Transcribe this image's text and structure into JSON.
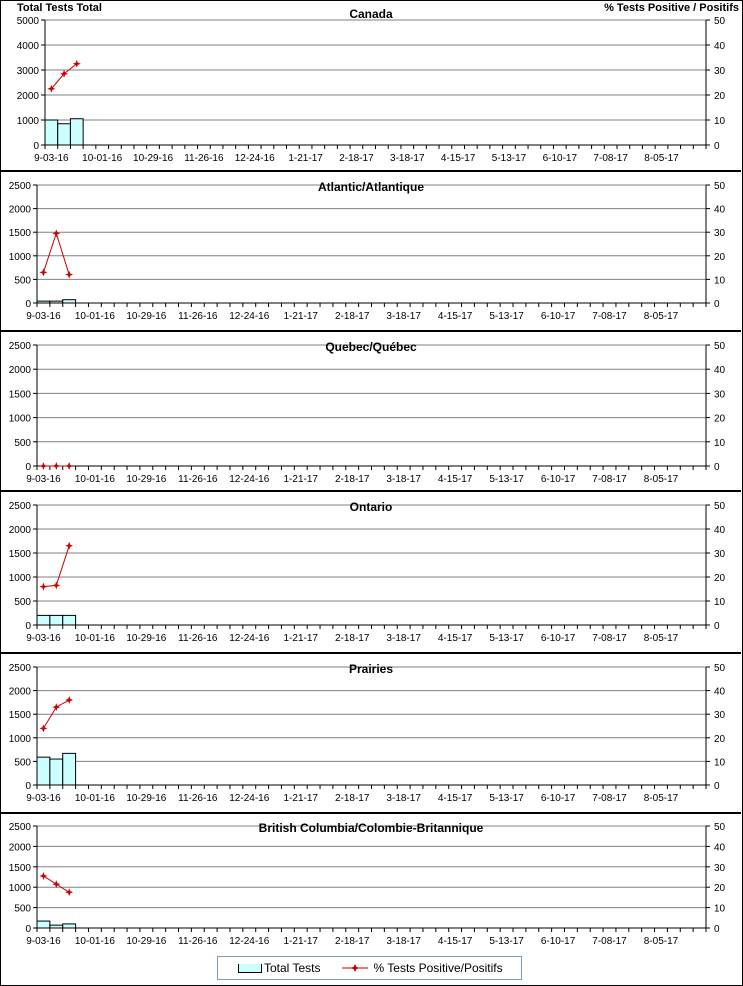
{
  "labels": {
    "left_axis_title": "Total Tests Total",
    "right_axis_title": "% Tests Positive / Positifs"
  },
  "legend": {
    "bar_label": "Total Tests",
    "line_label": "% Tests Positive/Positifs"
  },
  "colors": {
    "bar": "#ccffff",
    "line": "#cc0000",
    "grid": "#808080"
  },
  "chart_data": [
    {
      "type": "bar+line",
      "title": "Canada",
      "ylim": [
        0,
        5000
      ],
      "yticks": [
        0,
        1000,
        2000,
        3000,
        4000,
        5000
      ],
      "y2lim": [
        0,
        50
      ],
      "y2ticks": [
        0,
        10,
        20,
        30,
        40,
        50
      ],
      "n_weeks": 52,
      "xtick_labels": [
        "9-03-16",
        "10-01-16",
        "10-29-16",
        "11-26-16",
        "12-24-16",
        "1-21-17",
        "2-18-17",
        "3-18-17",
        "4-15-17",
        "5-13-17",
        "6-10-17",
        "7-08-17",
        "8-05-17"
      ],
      "bars": [
        1000,
        850,
        1050
      ],
      "line": [
        22.5,
        28.5,
        32.5
      ]
    },
    {
      "type": "bar+line",
      "title": "Atlantic/Atlantique",
      "ylim": [
        0,
        2500
      ],
      "yticks": [
        0,
        500,
        1000,
        1500,
        2000,
        2500
      ],
      "y2lim": [
        0,
        50
      ],
      "y2ticks": [
        0,
        10,
        20,
        30,
        40,
        50
      ],
      "n_weeks": 52,
      "xtick_labels": [
        "9-03-16",
        "10-01-16",
        "10-29-16",
        "11-26-16",
        "12-24-16",
        "1-21-17",
        "2-18-17",
        "3-18-17",
        "4-15-17",
        "5-13-17",
        "6-10-17",
        "7-08-17",
        "8-05-17"
      ],
      "bars": [
        40,
        40,
        70
      ],
      "line": [
        13,
        29.5,
        12
      ]
    },
    {
      "type": "bar+line",
      "title": "Quebec/Québec",
      "ylim": [
        0,
        2500
      ],
      "yticks": [
        0,
        500,
        1000,
        1500,
        2000,
        2500
      ],
      "y2lim": [
        0,
        50
      ],
      "y2ticks": [
        0,
        10,
        20,
        30,
        40,
        50
      ],
      "n_weeks": 52,
      "xtick_labels": [
        "9-03-16",
        "10-01-16",
        "10-29-16",
        "11-26-16",
        "12-24-16",
        "1-21-17",
        "2-18-17",
        "3-18-17",
        "4-15-17",
        "5-13-17",
        "6-10-17",
        "7-08-17",
        "8-05-17"
      ],
      "bars": [
        0,
        0,
        0
      ],
      "line": [
        0,
        0,
        0
      ]
    },
    {
      "type": "bar+line",
      "title": "Ontario",
      "ylim": [
        0,
        2500
      ],
      "yticks": [
        0,
        500,
        1000,
        1500,
        2000,
        2500
      ],
      "y2lim": [
        0,
        50
      ],
      "y2ticks": [
        0,
        10,
        20,
        30,
        40,
        50
      ],
      "n_weeks": 52,
      "xtick_labels": [
        "9-03-16",
        "10-01-16",
        "10-29-16",
        "11-26-16",
        "12-24-16",
        "1-21-17",
        "2-18-17",
        "3-18-17",
        "4-15-17",
        "5-13-17",
        "6-10-17",
        "7-08-17",
        "8-05-17"
      ],
      "bars": [
        200,
        200,
        200
      ],
      "line": [
        16,
        16.5,
        33
      ]
    },
    {
      "type": "bar+line",
      "title": "Prairies",
      "ylim": [
        0,
        2500
      ],
      "yticks": [
        0,
        500,
        1000,
        1500,
        2000,
        2500
      ],
      "y2lim": [
        0,
        50
      ],
      "y2ticks": [
        0,
        10,
        20,
        30,
        40,
        50
      ],
      "n_weeks": 52,
      "xtick_labels": [
        "9-03-16",
        "10-01-16",
        "10-29-16",
        "11-26-16",
        "12-24-16",
        "1-21-17",
        "2-18-17",
        "3-18-17",
        "4-15-17",
        "5-13-17",
        "6-10-17",
        "7-08-17",
        "8-05-17"
      ],
      "bars": [
        590,
        550,
        670
      ],
      "line": [
        24,
        33,
        36
      ]
    },
    {
      "type": "bar+line",
      "title": "British Columbia/Colombie-Britannique",
      "ylim": [
        0,
        2500
      ],
      "yticks": [
        0,
        500,
        1000,
        1500,
        2000,
        2500
      ],
      "y2lim": [
        0,
        50
      ],
      "y2ticks": [
        0,
        10,
        20,
        30,
        40,
        50
      ],
      "n_weeks": 52,
      "xtick_labels": [
        "9-03-16",
        "10-01-16",
        "10-29-16",
        "11-26-16",
        "12-24-16",
        "1-21-17",
        "2-18-17",
        "3-18-17",
        "4-15-17",
        "5-13-17",
        "6-10-17",
        "7-08-17",
        "8-05-17"
      ],
      "bars": [
        170,
        70,
        100
      ],
      "line": [
        25.5,
        21.5,
        17.5
      ]
    }
  ]
}
